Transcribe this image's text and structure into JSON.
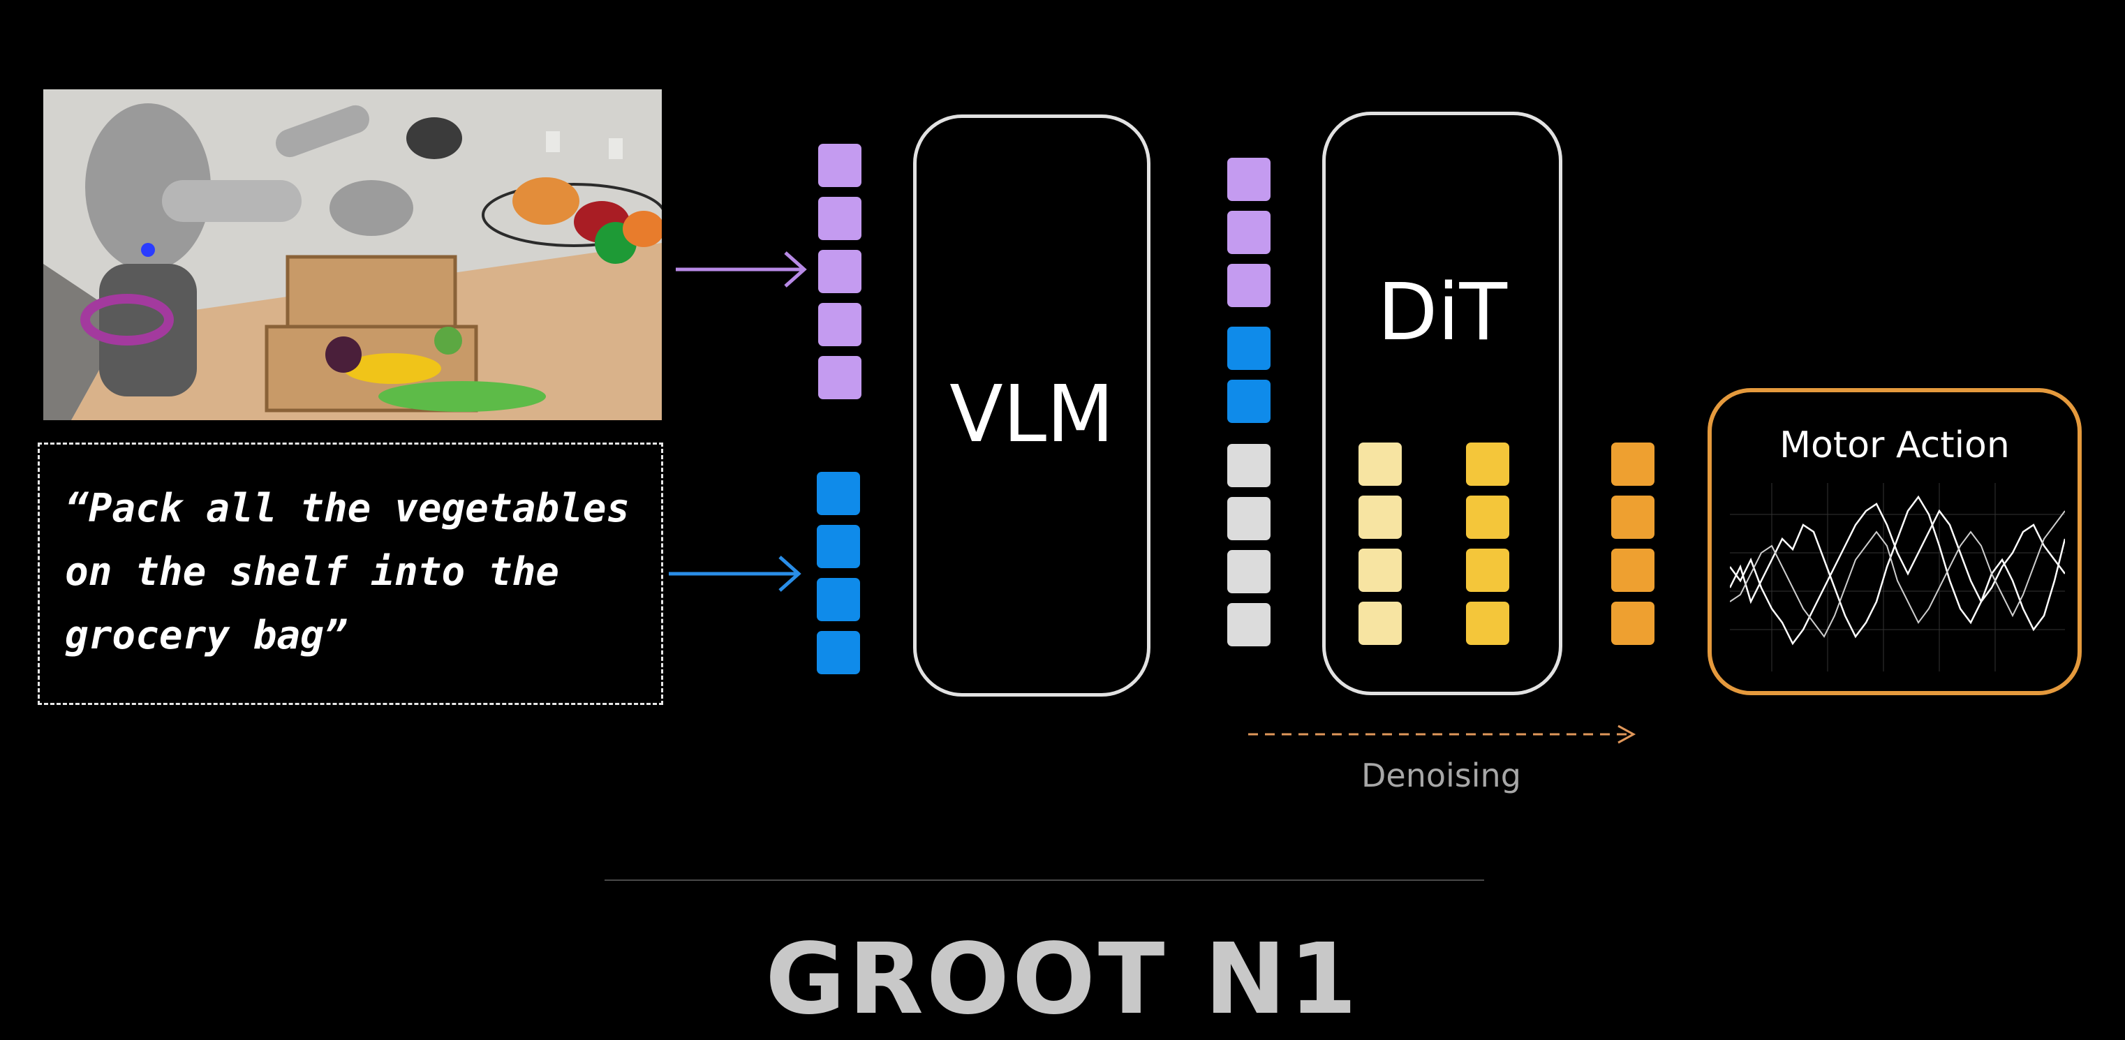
{
  "prompt": {
    "line1": "“Pack all the vegetables",
    "line2": "on the shelf into the",
    "line3": "grocery bag”"
  },
  "vlm": {
    "label": "VLM"
  },
  "dit": {
    "label": "DiT"
  },
  "motor": {
    "label": "Motor Action"
  },
  "denoising": {
    "label": "Denoising"
  },
  "footer": {
    "title": "GROOT N1"
  },
  "colors": {
    "image_token": "#c49bf0",
    "text_token": "#0f8bea",
    "state_token": "#dcdcdc",
    "noisy_action_token": "#f7e4a2",
    "denoised_action_token": "#f4c63a",
    "action_token": "#eea030",
    "motor_border": "#e59a3d"
  }
}
